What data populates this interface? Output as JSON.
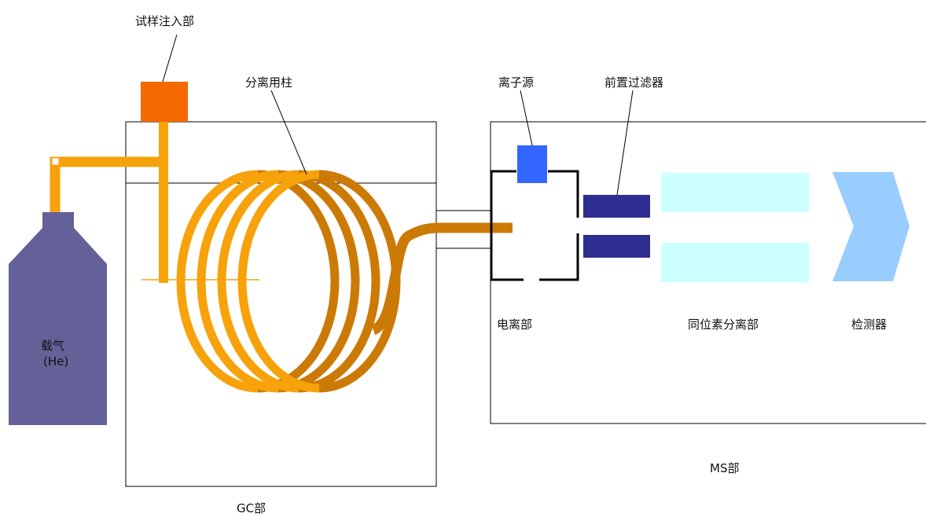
{
  "labels": {
    "sample_injection": "试样注入部",
    "separation_column": "分离用柱",
    "ion_source": "离子源",
    "prefilter": "前置过滤器",
    "carrier_gas_line1": "载气",
    "carrier_gas_line2": "(He)",
    "ionization": "电离部",
    "isotope_separation": "同位素分离部",
    "detector": "检测器",
    "gc_section": "GC部",
    "ms_section": "MS部"
  },
  "colors": {
    "column_front": "#F7A20A",
    "column_back": "#CC7A06",
    "injector": "#F56A00",
    "cylinder": "#646199",
    "ion_source": "#3366FF",
    "prefilter": "#2E2E91",
    "analyzer": "#CCFFFF",
    "detector": "#99CCFF",
    "outline": "#000000"
  }
}
